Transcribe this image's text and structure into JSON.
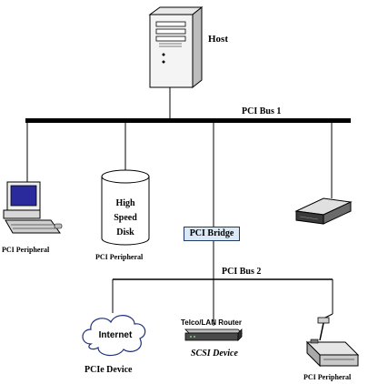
{
  "host": {
    "label": "Host"
  },
  "bus1": {
    "label": "PCI Bus 1"
  },
  "bus2": {
    "label": "PCI Bus 2"
  },
  "bridge": {
    "label": "PCI Bridge"
  },
  "disk": {
    "line1": "High",
    "line2": "Speed",
    "line3": "Disk",
    "caption": "PCI Peripheral"
  },
  "computer": {
    "caption": "PCI Peripheral"
  },
  "internet": {
    "label": "Internet",
    "caption": "PCIe Device"
  },
  "router": {
    "label": "Telco/LAN Router",
    "caption": "SCSI Device"
  },
  "printer": {
    "caption": "PCI Peripheral"
  },
  "colors": {
    "bridge_fill": "#dbe9f7",
    "bridge_border": "#1f3a66",
    "bus": "#000000"
  }
}
